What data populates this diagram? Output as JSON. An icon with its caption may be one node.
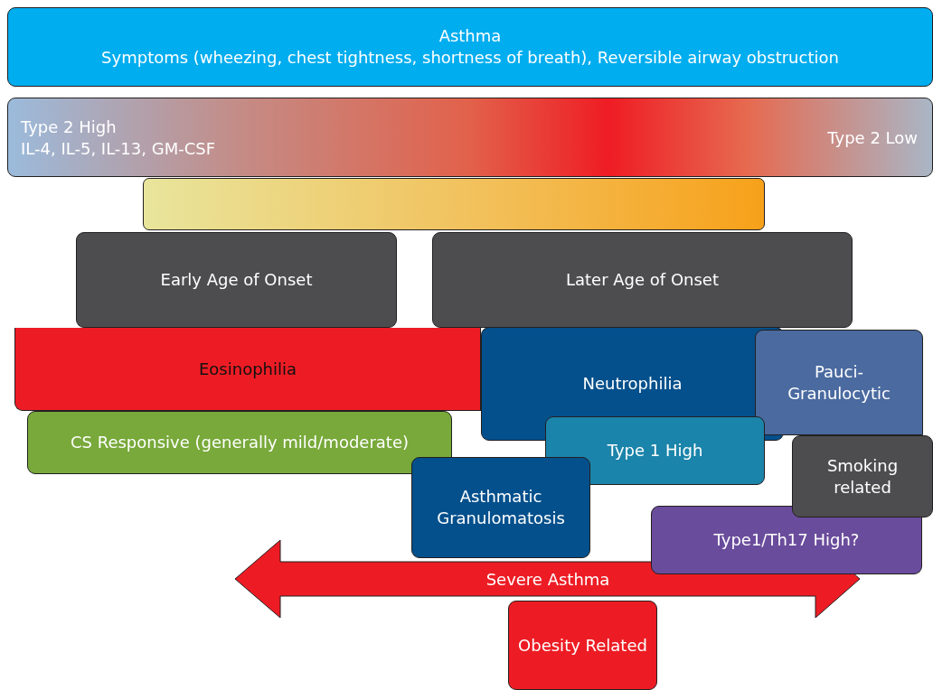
{
  "diagram": {
    "nodes": [
      {
        "text": [
          "Asthma",
          "Symptoms (wheezing, chest tightness, shortness of breath), Reversible airway obstruction"
        ]
      },
      {
        "text": [
          "Type 2 High",
          "IL-4, IL-5, IL-13, GM-CSF",
          "Type 2 Low"
        ]
      },
      {
        "text": [],
        "shape": "bar"
      },
      {
        "text": [
          "Early Age of Onset"
        ]
      },
      {
        "text": [
          "Later Age of Onset"
        ]
      },
      {
        "text": [
          "Eosinophilia"
        ]
      },
      {
        "text": [
          "Neutrophilia"
        ]
      },
      {
        "text": [
          "Pauci-Granulocytic"
        ]
      },
      {
        "text": [
          "CS Responsive (generally mild/moderate)"
        ]
      },
      {
        "text": [
          "Type 1 High"
        ]
      },
      {
        "text": [
          "Smoking related"
        ]
      },
      {
        "text": [
          "Asthmatic Granulomatosis"
        ]
      },
      {
        "text": [
          "Type1/Th17 High?"
        ]
      },
      {
        "text": [
          "Severe Asthma"
        ]
      },
      {
        "text": [
          "Obesity Related"
        ]
      }
    ]
  }
}
